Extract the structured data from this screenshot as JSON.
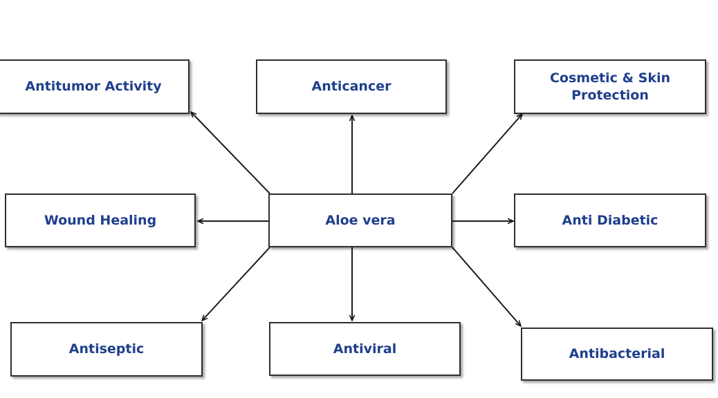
{
  "diagram": {
    "center": {
      "id": "aloe",
      "label": "Aloe vera"
    },
    "nodes": [
      {
        "id": "antitumor",
        "label": "Antitumor Activity"
      },
      {
        "id": "anticancer",
        "label": "Anticancer"
      },
      {
        "id": "cosmetic",
        "label": "Cosmetic & Skin\nProtection"
      },
      {
        "id": "wound",
        "label": "Wound Healing"
      },
      {
        "id": "diabetic",
        "label": "Anti Diabetic"
      },
      {
        "id": "antiseptic",
        "label": "Antiseptic"
      },
      {
        "id": "antiviral",
        "label": "Antiviral"
      },
      {
        "id": "antibact",
        "label": "Antibacterial"
      }
    ],
    "edges": [
      {
        "from": "aloe",
        "to": "antitumor"
      },
      {
        "from": "aloe",
        "to": "anticancer"
      },
      {
        "from": "aloe",
        "to": "cosmetic"
      },
      {
        "from": "aloe",
        "to": "wound"
      },
      {
        "from": "aloe",
        "to": "diabetic"
      },
      {
        "from": "aloe",
        "to": "antiseptic"
      },
      {
        "from": "aloe",
        "to": "antiviral"
      },
      {
        "from": "aloe",
        "to": "antibact"
      }
    ],
    "colors": {
      "label_text": "#1f3f8c",
      "box_border": "#2e2e2e",
      "arrow": "#1a1a1a"
    }
  }
}
